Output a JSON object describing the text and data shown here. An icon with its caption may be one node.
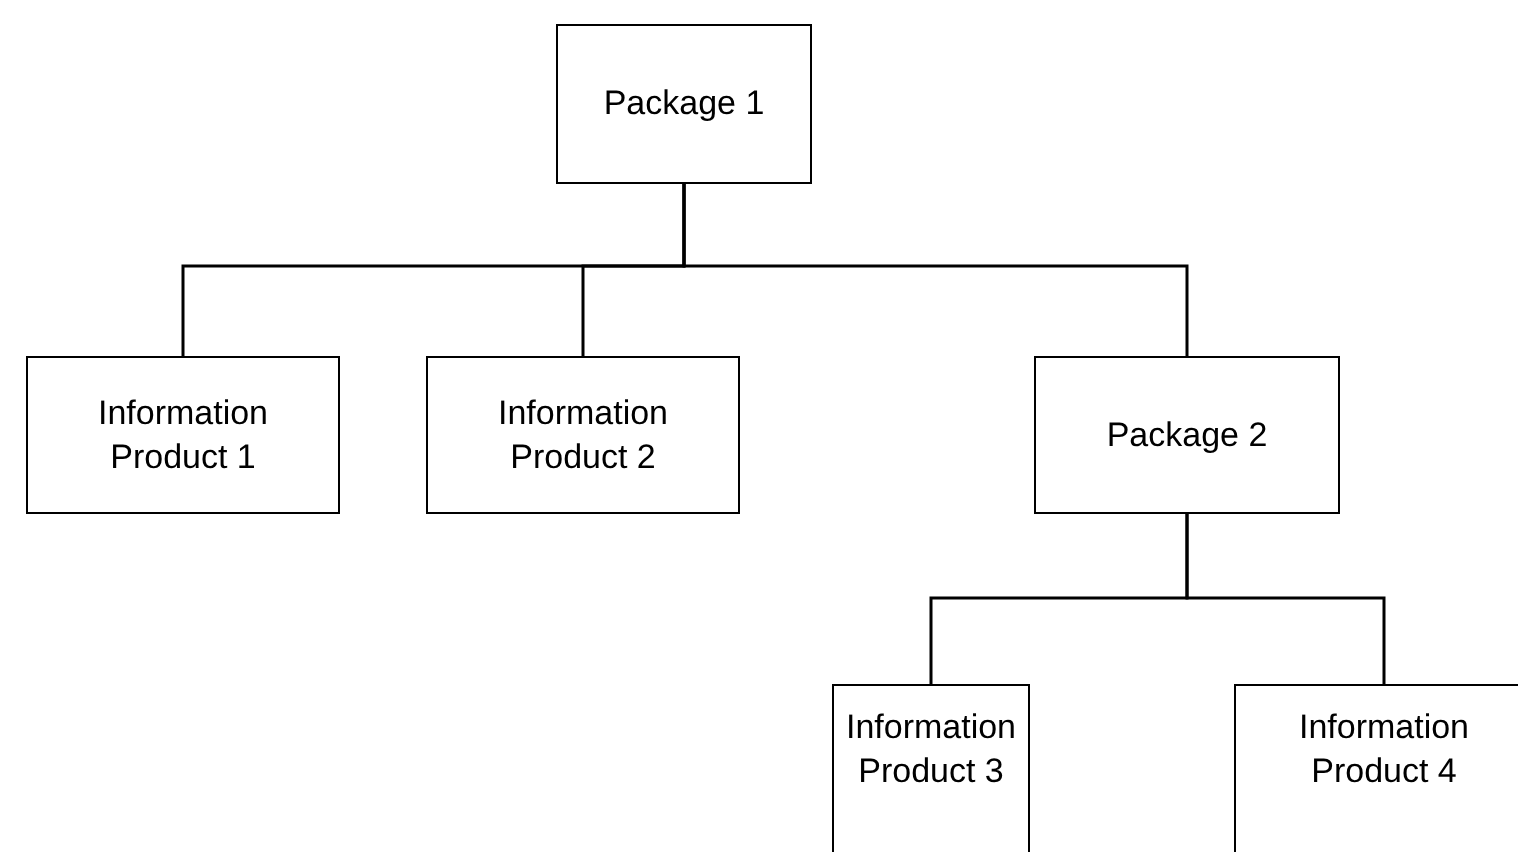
{
  "diagram": {
    "nodes": [
      {
        "text": [
          "Package 1"
        ]
      },
      {
        "text": [
          "Information Product 1"
        ]
      },
      {
        "text": [
          "Information Product 2"
        ]
      },
      {
        "text": [
          "Package 2"
        ]
      },
      {
        "text": [
          "Information Product 3"
        ]
      },
      {
        "text": [
          "Information Product 4"
        ]
      }
    ],
    "edges": [
      {
        "from": 0,
        "to": 1,
        "arrow": "none"
      },
      {
        "from": 0,
        "to": 2,
        "arrow": "none"
      },
      {
        "from": 0,
        "to": 3,
        "arrow": "none"
      },
      {
        "from": 3,
        "to": 4,
        "arrow": "none"
      },
      {
        "from": 3,
        "to": 5,
        "arrow": "none"
      }
    ]
  }
}
